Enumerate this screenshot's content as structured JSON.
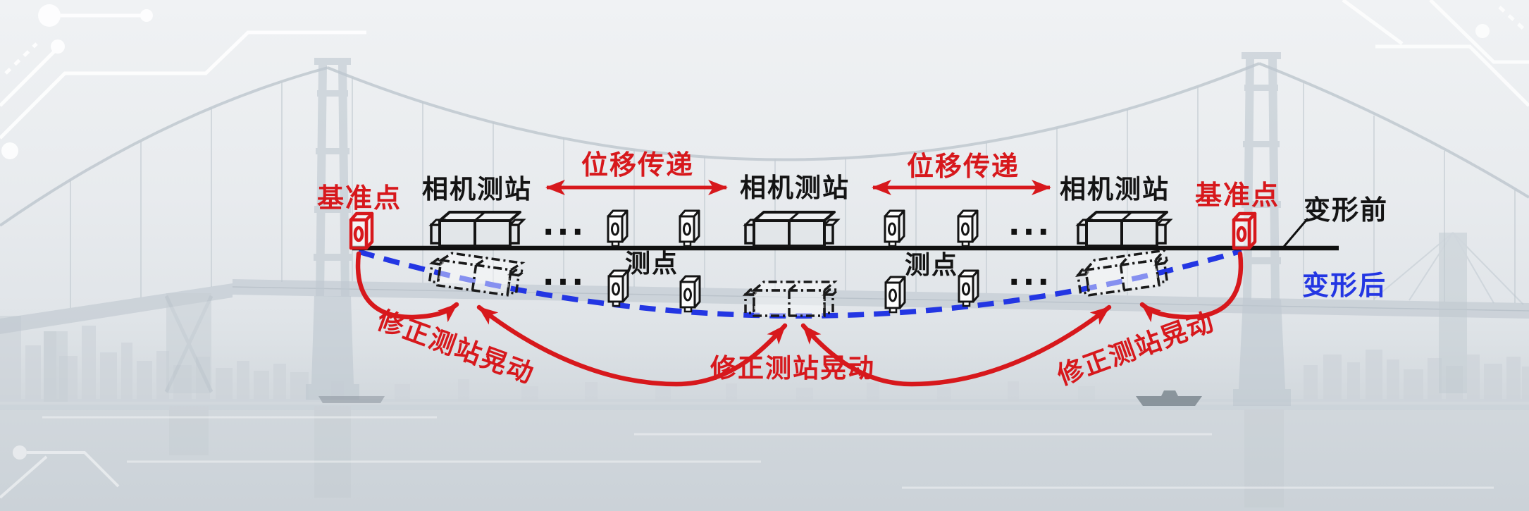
{
  "labels": {
    "reference_point": "基准点",
    "camera_station": "相机测站",
    "displacement_transfer": "位移传递",
    "measurement_point": "测点",
    "before_deformation": "变形前",
    "after_deformation": "变形后",
    "correct_station_sway": "修正测站晃动",
    "ellipsis": "···"
  },
  "icons": {
    "camera_station_icon": "dual-lens-camera-box",
    "camera_station_displaced_icon": "dashed-dual-lens-camera-box",
    "measurement_target_icon": "small-target-plate-with-hole",
    "reference_target_icon": "red-target-plate-with-hole"
  },
  "colors": {
    "accent_red": "#d7181c",
    "deformed_blue": "#2336e3",
    "line_black": "#101010",
    "background_gray": "#e7eaed"
  }
}
